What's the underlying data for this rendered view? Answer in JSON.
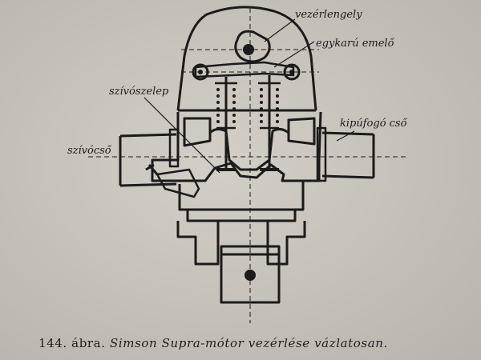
{
  "diagram": {
    "labels": {
      "camshaft": "vezérlengely",
      "rocker": "egykarú emelő",
      "intake_valve": "szívószelep",
      "intake_pipe": "szívócső",
      "exhaust_pipe": "kipúfogó cső"
    }
  },
  "caption": {
    "number": "144. ábra.",
    "text": "Simson Supra-mótor vezérlése vázlatosan."
  },
  "colors": {
    "paper": "#c9c5bd",
    "ink": "#1c1b19"
  }
}
